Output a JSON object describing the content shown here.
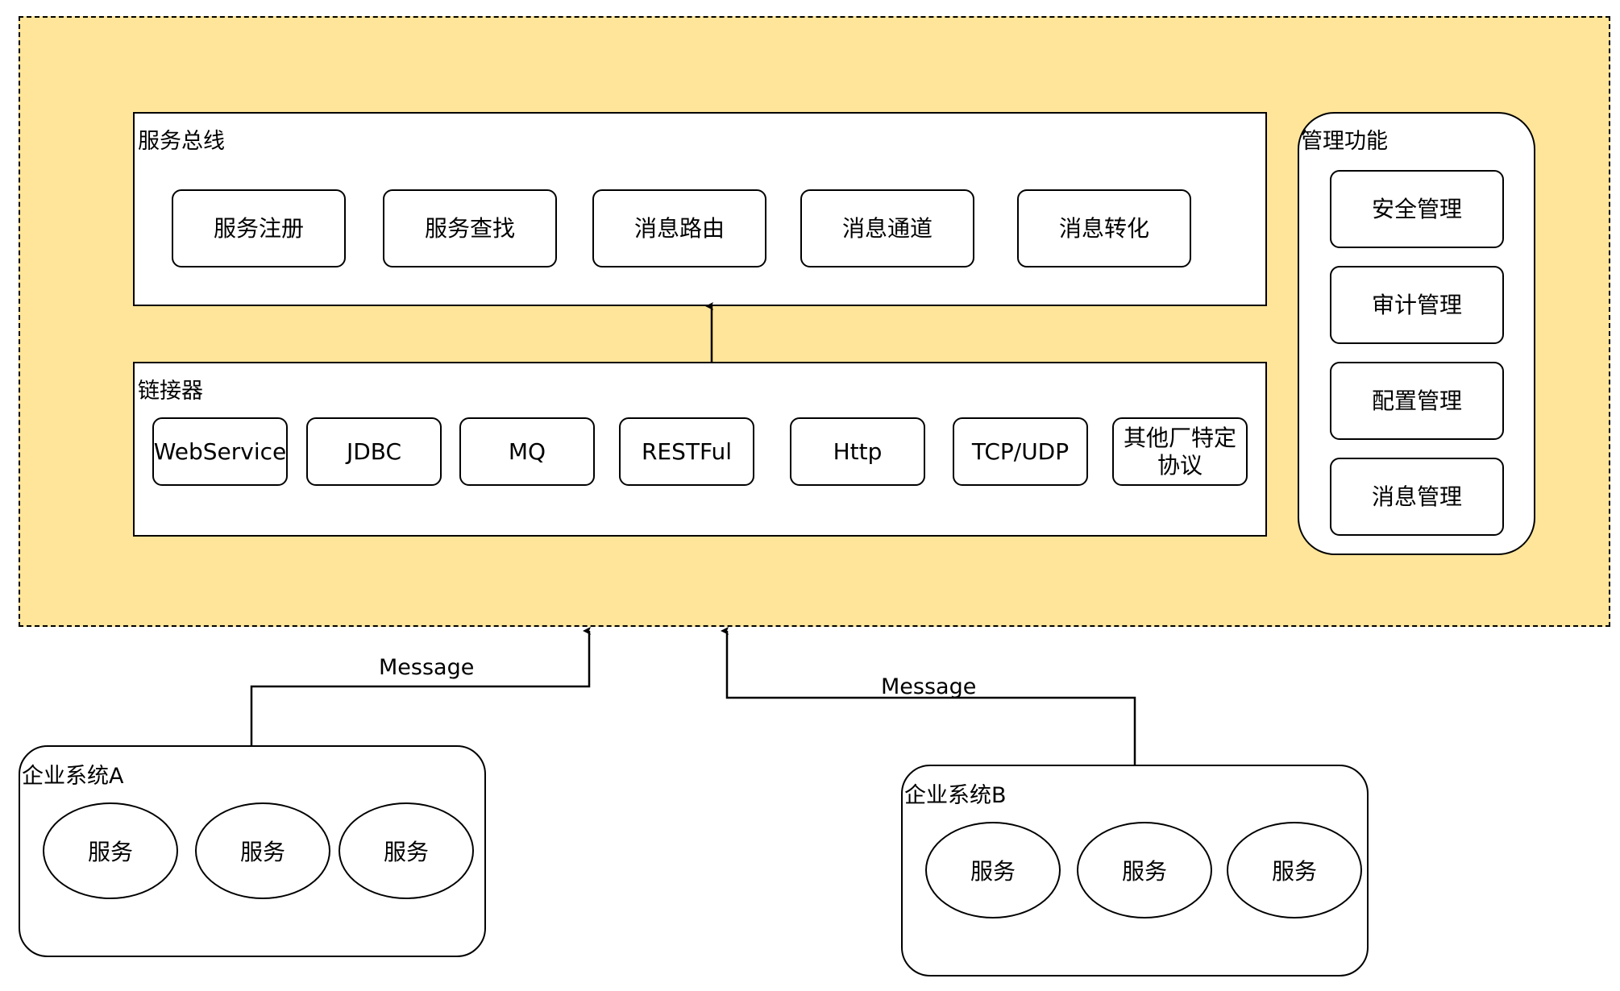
{
  "esb": {
    "bus": {
      "title": "服务总线",
      "items": [
        "服务注册",
        "服务查找",
        "消息路由",
        "消息通道",
        "消息转化"
      ]
    },
    "connector": {
      "title": "链接器",
      "items": [
        "WebService",
        "JDBC",
        "MQ",
        "RESTFul",
        "Http",
        "TCP/UDP",
        "其他厂特定协议"
      ]
    },
    "management": {
      "title": "管理功能",
      "items": [
        "安全管理",
        "审计管理",
        "配置管理",
        "消息管理"
      ]
    }
  },
  "systems": [
    {
      "title": "企业系统A",
      "services": [
        "服务",
        "服务",
        "服务"
      ]
    },
    {
      "title": "企业系统B",
      "services": [
        "服务",
        "服务",
        "服务"
      ]
    }
  ],
  "edges": {
    "a_to_esb_label": "Message",
    "b_to_esb_label": "Message"
  },
  "colors": {
    "esb_background": "#ffe599",
    "stroke": "#000000",
    "node_fill": "#ffffff"
  }
}
